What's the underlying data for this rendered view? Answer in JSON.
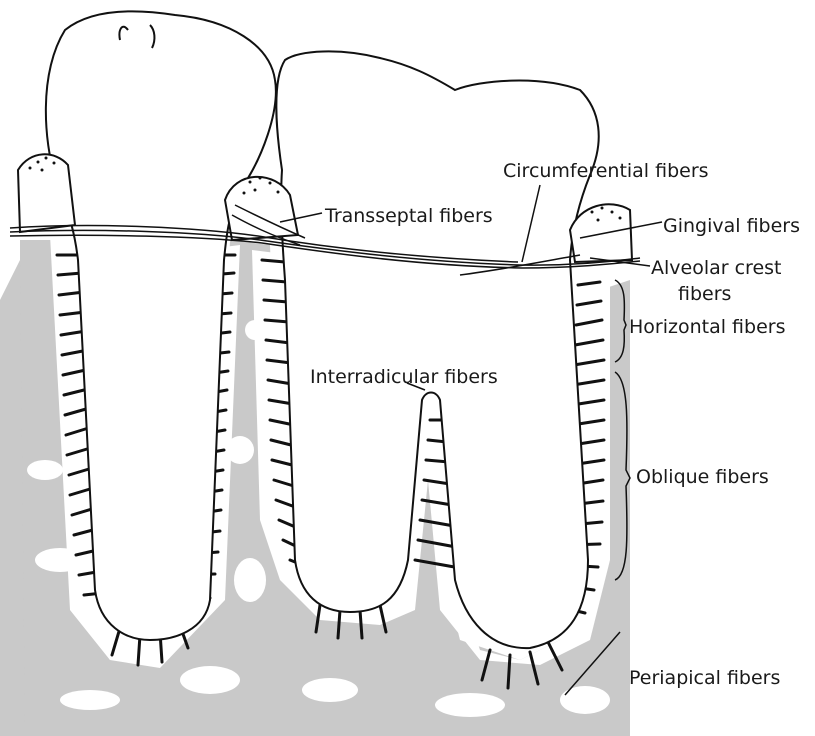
{
  "labels": {
    "circumferential": "Circumferential fibers",
    "transseptal": "Transseptal fibers",
    "gingival": "Gingival fibers",
    "alveolar_crest_1": "Alveolar crest",
    "alveolar_crest_2": "fibers",
    "horizontal": "Horizontal fibers",
    "interradicular": "Interradicular fibers",
    "oblique": "Oblique fibers",
    "periapical": "Periapical fibers"
  },
  "colors": {
    "bone": "#c9c9c9",
    "line": "#111111",
    "background": "#ffffff"
  }
}
